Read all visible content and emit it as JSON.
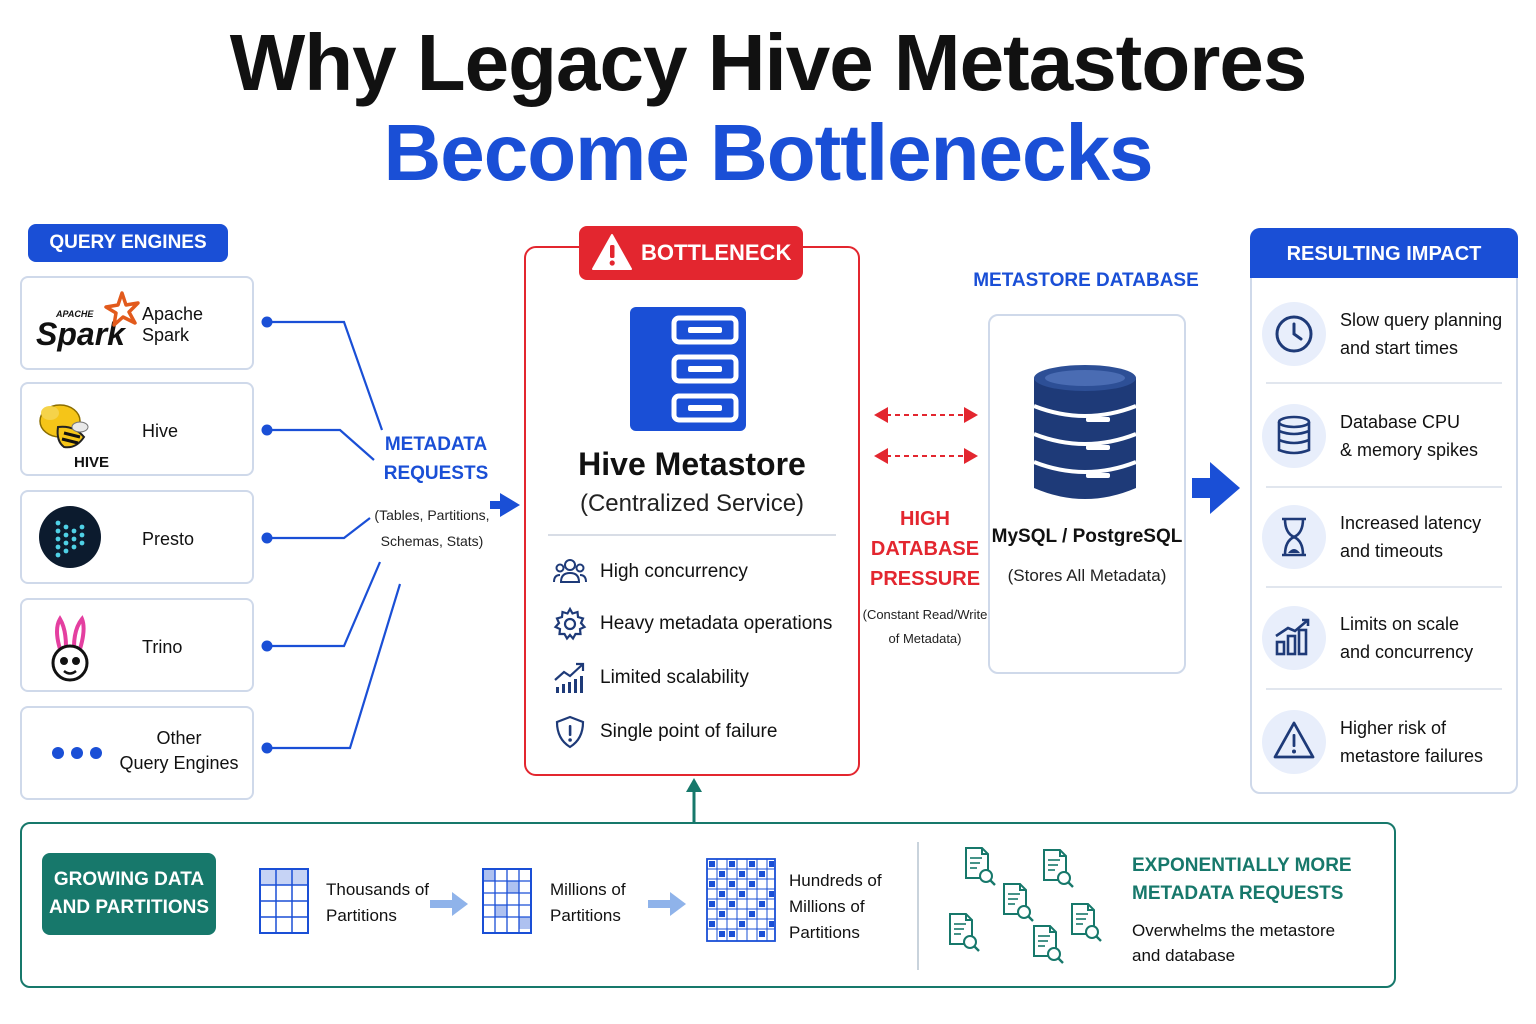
{
  "title": {
    "line1": "Why Legacy Hive Metastores",
    "line2": "Become Bottlenecks"
  },
  "query_engines": {
    "label": "QUERY ENGINES",
    "engines": [
      {
        "name": "Apache Spark",
        "logo_text_small": "APACHE",
        "logo_text": "Spark",
        "logo": "spark-logo"
      },
      {
        "name": "Hive",
        "logo_text": "HIVE",
        "logo": "hive-bee-logo"
      },
      {
        "name": "Presto",
        "logo": "presto-logo"
      },
      {
        "name": "Trino",
        "logo": "trino-bunny-logo"
      },
      {
        "name_line1": "Other",
        "name_line2": "Query Engines",
        "logo": "ellipsis-icon"
      }
    ]
  },
  "metadata_requests": {
    "label_line1": "METADATA",
    "label_line2": "REQUESTS",
    "sub_line1": "(Tables, Partitions,",
    "sub_line2": "Schemas, Stats)"
  },
  "bottleneck": {
    "badge": "BOTTLENECK",
    "title": "Hive Metastore",
    "subtitle": "(Centralized Service)",
    "features": [
      {
        "label": "High concurrency",
        "icon": "users-icon"
      },
      {
        "label": "Heavy metadata operations",
        "icon": "gear-icon"
      },
      {
        "label": "Limited scalability",
        "icon": "chart-up-icon"
      },
      {
        "label": "Single point of failure",
        "icon": "shield-alert-icon"
      }
    ]
  },
  "pressure": {
    "line1": "HIGH",
    "line2": "DATABASE",
    "line3": "PRESSURE",
    "sub_line1": "(Constant Read/Write",
    "sub_line2": "of Metadata)"
  },
  "database": {
    "label": "METASTORE DATABASE",
    "name": "MySQL / PostgreSQL",
    "subtitle": "(Stores All Metadata)"
  },
  "impact": {
    "label": "RESULTING IMPACT",
    "items": [
      {
        "line1": "Slow query planning",
        "line2": "and start times",
        "icon": "clock-icon"
      },
      {
        "line1": "Database CPU",
        "line2": "& memory spikes",
        "icon": "database-icon"
      },
      {
        "line1": "Increased latency",
        "line2": "and timeouts",
        "icon": "hourglass-icon"
      },
      {
        "line1": "Limits on scale",
        "line2": "and concurrency",
        "icon": "bar-chart-icon"
      },
      {
        "line1": "Higher risk of",
        "line2": "metastore failures",
        "icon": "warning-icon"
      }
    ]
  },
  "growth": {
    "badge_line1": "GROWING DATA",
    "badge_line2": "AND PARTITIONS",
    "stages": [
      {
        "line1": "Thousands of",
        "line2": "Partitions"
      },
      {
        "line1": "Millions of",
        "line2": "Partitions"
      },
      {
        "line1": "Hundreds of",
        "line2": "Millions of",
        "line3": "Partitions"
      }
    ],
    "result_title_line1": "EXPONENTIALLY MORE",
    "result_title_line2": "METADATA REQUESTS",
    "result_sub_line1": "Overwhelms the metastore",
    "result_sub_line2": "and database"
  },
  "colors": {
    "blue": "#1a4fd6",
    "red": "#e3262f",
    "teal": "#17786b",
    "navy": "#1e3a78"
  }
}
